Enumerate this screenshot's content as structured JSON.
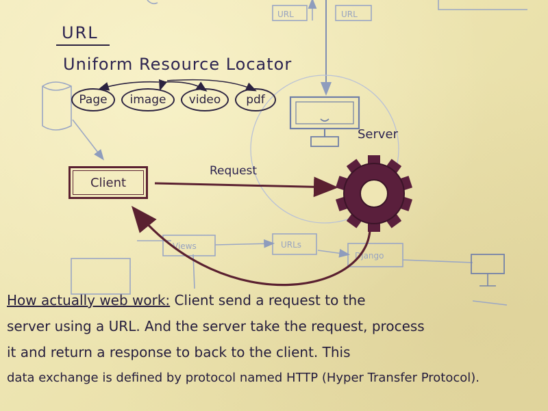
{
  "acronym": {
    "abbr": "URL",
    "expansion": "Uniform Resource Locator"
  },
  "resource_types": [
    {
      "label": "Page"
    },
    {
      "label": "image"
    },
    {
      "label": "video"
    },
    {
      "label": "pdf"
    }
  ],
  "nodes": {
    "client": "Client",
    "server": "Server"
  },
  "arrows": {
    "request": "Request"
  },
  "faint_labels": {
    "url_a": "URL",
    "url_b": "URL",
    "views": "Views",
    "urls": "URLs",
    "django": "Django"
  },
  "explanation": {
    "heading": "How actually web work:",
    "lines": [
      "Client send a request to the",
      "server using a URL. And the server take the request, process",
      "it and return a response to back to the client. This",
      "data exchange is defined by protocol named HTTP (Hyper Transfer Protocol)."
    ]
  },
  "colors": {
    "paper": "#efe6b4",
    "ink_blue": "#2c2350",
    "ink_maroon": "#5a2030",
    "pencil": "#97a3c0"
  }
}
